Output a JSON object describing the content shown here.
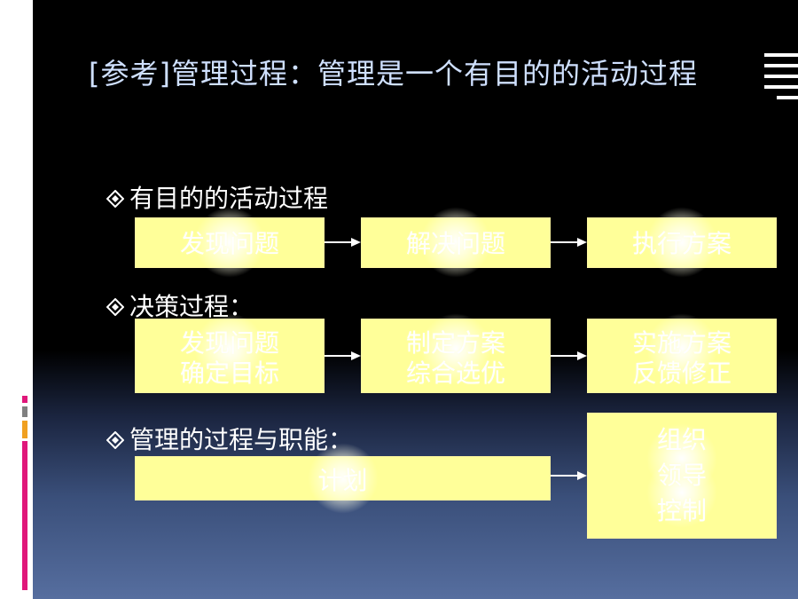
{
  "slide": {
    "title": "[参考]管理过程：管理是一个有目的的活动过程",
    "sections": [
      {
        "heading": "有目的的活动过程",
        "boxes": [
          {
            "lines": [
              "发现问题"
            ]
          },
          {
            "lines": [
              "解决问题"
            ]
          },
          {
            "lines": [
              "执行方案"
            ]
          }
        ]
      },
      {
        "heading": "决策过程：",
        "boxes": [
          {
            "lines": [
              "发现问题",
              "确定目标"
            ]
          },
          {
            "lines": [
              "制定方案",
              "综合选优"
            ]
          },
          {
            "lines": [
              "实施方案",
              "反馈修正"
            ]
          }
        ]
      },
      {
        "heading": "管理的过程与职能：",
        "boxes": [
          {
            "lines": [
              "计划"
            ]
          },
          {
            "lines": [
              "组织",
              "领导",
              "控制"
            ]
          }
        ]
      }
    ]
  },
  "colors": {
    "box_fill": "#ffff99",
    "title_text": "#cfe0ff",
    "heading_text": "#ffffff",
    "stripe_magenta": "#e0177a",
    "stripe_orange": "#f0a020",
    "stripe_gray": "#808080"
  },
  "icons": {
    "bullet": "diamond-bullet-icon",
    "arrow": "right-arrow-icon"
  }
}
